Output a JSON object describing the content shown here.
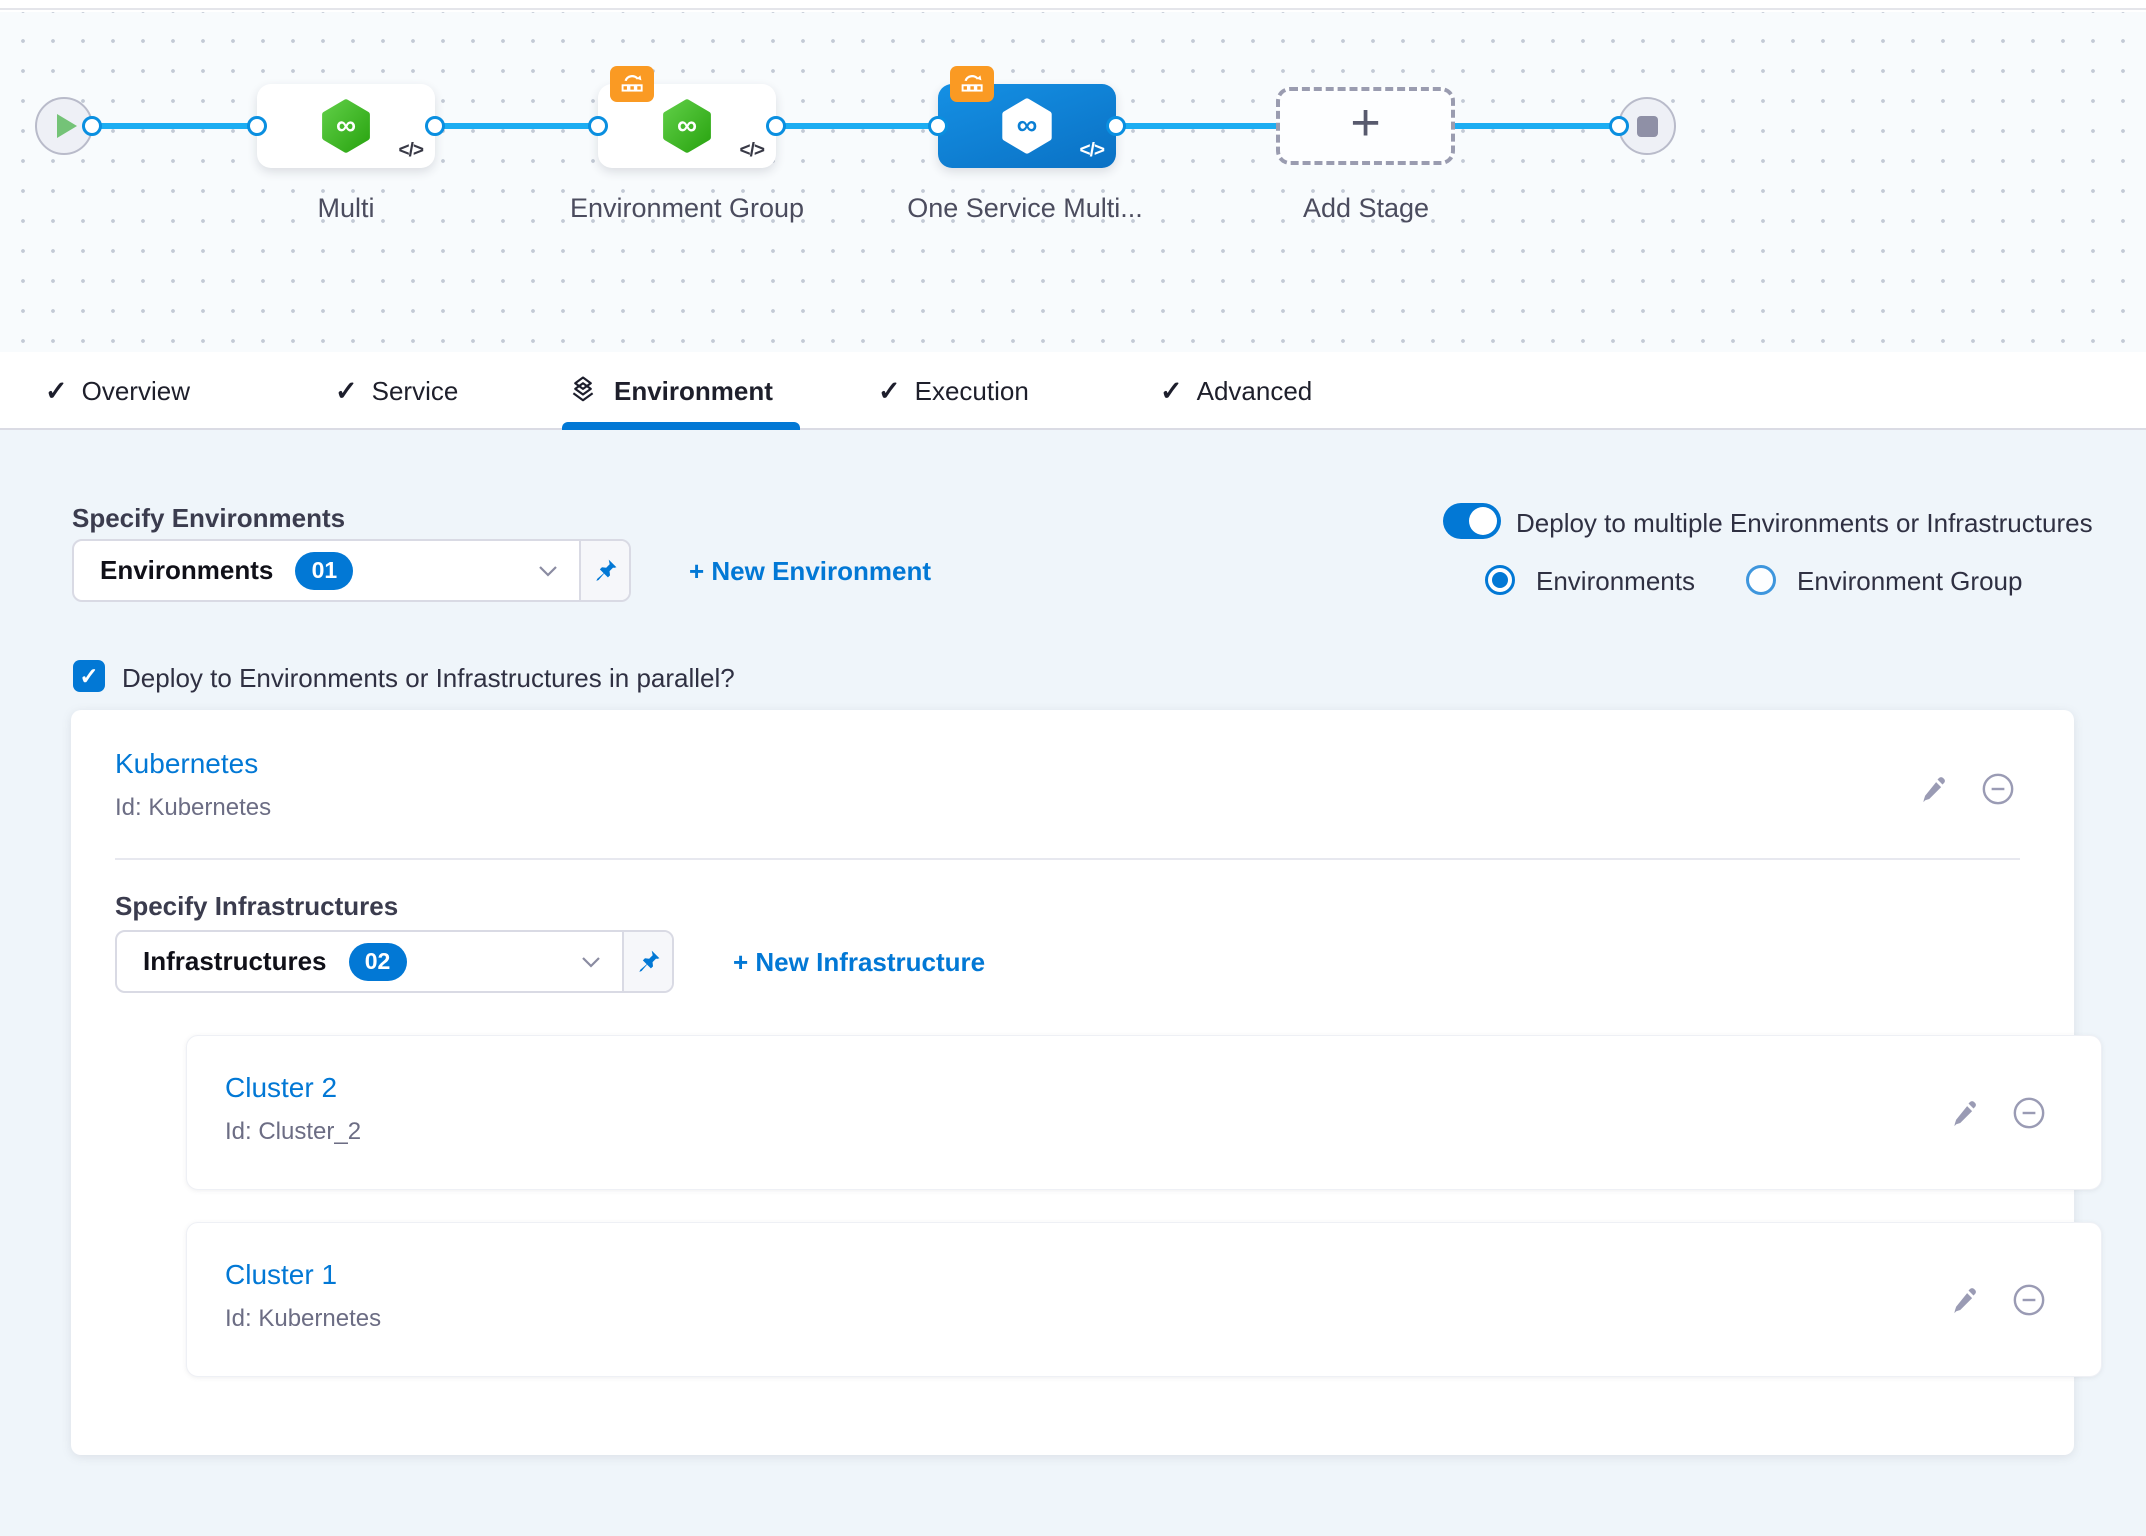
{
  "colors": {
    "accent": "#0278d5",
    "connector": "#1cadf2",
    "stage_selected": "#0b81d6",
    "hex_green": "#3fb424",
    "badge_orange": "#fa9a23"
  },
  "pipeline": {
    "stage_labels": {
      "multi": "Multi",
      "environment_group": "Environment Group",
      "one_service": "One Service Multi...",
      "add_stage": "Add Stage"
    },
    "code_badge": "</>",
    "plus": "+"
  },
  "tabs": {
    "overview": "Overview",
    "service": "Service",
    "environment": "Environment",
    "execution": "Execution",
    "advanced": "Advanced",
    "check": "✓"
  },
  "environment_section": {
    "specify_label": "Specify Environments",
    "dropdown": {
      "value": "Environments",
      "count": "01"
    },
    "new_environment_link": "+ New Environment",
    "toggle_label": "Deploy to multiple Environments or Infrastructures",
    "radio_environments": "Environments",
    "radio_environment_group": "Environment Group",
    "parallel_checkbox_label": "Deploy to Environments or Infrastructures in parallel?",
    "checkmark": "✓"
  },
  "environment_card": {
    "name": "Kubernetes",
    "id": "Id: Kubernetes",
    "specify_infra_label": "Specify Infrastructures",
    "infra_dropdown": {
      "value": "Infrastructures",
      "count": "02"
    },
    "new_infrastructure_link": "+ New Infrastructure",
    "infrastructures": [
      {
        "name": "Cluster 2",
        "id": "Id: Cluster_2"
      },
      {
        "name": "Cluster 1",
        "id": "Id: Kubernetes"
      }
    ]
  }
}
